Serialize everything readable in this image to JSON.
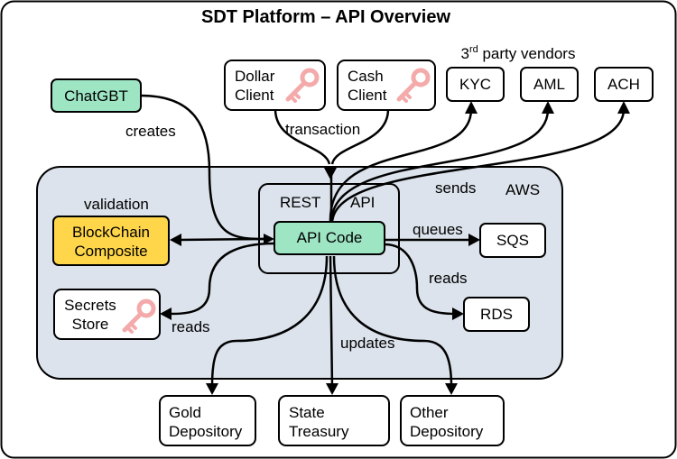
{
  "title": "SDT Platform – API Overview",
  "colors": {
    "aws_fill": "#dce3ec",
    "api_code_fill": "#9ee5c4",
    "chatgbt_fill": "#9ee5c4",
    "blockchain_fill": "#ffd64a",
    "box_fill": "#ffffff",
    "key_icon": "#f4aaaa"
  },
  "groups": {
    "aws": "AWS",
    "rest_api": {
      "left": "REST",
      "right": "API"
    },
    "vendors": {
      "prefix": "3",
      "sup": "rd",
      "suffix": " party vendors"
    }
  },
  "nodes": {
    "chatgbt": "ChatGBT",
    "dollar_client": [
      "Dollar",
      "Client"
    ],
    "cash_client": [
      "Cash",
      "Client"
    ],
    "kyc": "KYC",
    "aml": "AML",
    "ach": "ACH",
    "api_code": "API Code",
    "blockchain": [
      "BlockChain",
      "Composite"
    ],
    "secrets": [
      "Secrets",
      "Store"
    ],
    "sqs": "SQS",
    "rds": "RDS",
    "gold": [
      "Gold",
      "Depository"
    ],
    "state": [
      "State",
      "Treasury"
    ],
    "other": [
      "Other",
      "Depository"
    ]
  },
  "edge_labels": {
    "creates": "creates",
    "transaction": "transaction",
    "sends": "sends",
    "validation": "validation",
    "queues": "queues",
    "reads_rds": "reads",
    "reads_secrets": "reads",
    "updates": "updates"
  },
  "icons": [
    "key-icon"
  ]
}
